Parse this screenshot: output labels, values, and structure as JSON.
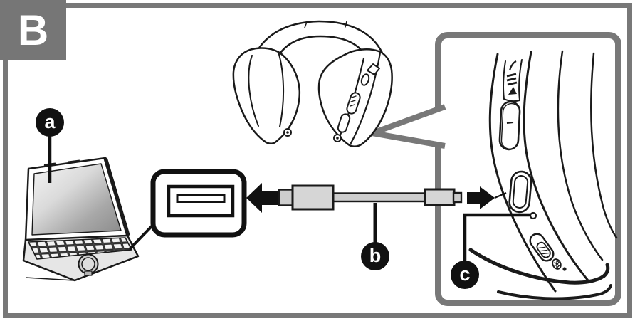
{
  "step_label": "B",
  "callouts": [
    {
      "letter": "a",
      "target": "computer"
    },
    {
      "letter": "b",
      "target": "usb-charging-cord"
    },
    {
      "letter": "c",
      "target": "charging-indicator-lamp"
    }
  ],
  "icons": [
    "left-arrow-icon",
    "right-arrow-icon",
    "bluetooth-logo-icon",
    "play-triangle-marking",
    "volume-bar-markings",
    "minus-marking"
  ],
  "components": [
    "folded-headphones",
    "laptop-computer",
    "usb-a-port-callout",
    "usb-charging-cable",
    "headphone-edge-closeup-panel",
    "usb-c-charging-port",
    "power-switch",
    "charging-indicator-lamp"
  ],
  "colors": {
    "frame_gray": "#787878",
    "line_black": "#1a1a1a",
    "balloon_black": "#111111",
    "cable_gray": "#cdcdcd",
    "connector_gray": "#d6d6d6"
  }
}
